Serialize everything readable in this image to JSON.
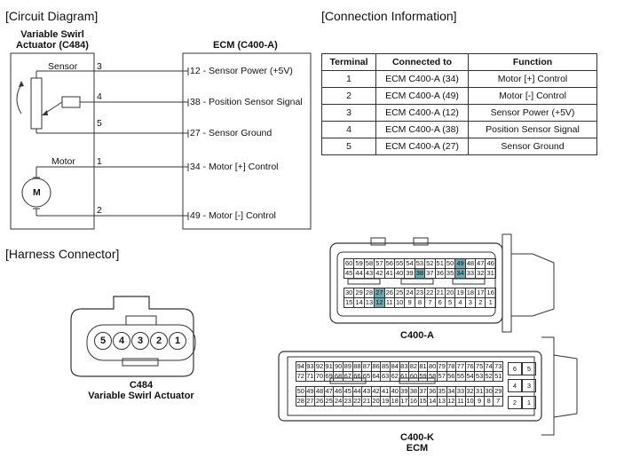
{
  "circuit": {
    "title": "[Circuit Diagram]",
    "actuator_name": "Variable Swirl",
    "actuator_name2": "Actuator (C484)",
    "ecm_name": "ECM (C400-A)",
    "sensor_label": "Sensor",
    "motor_label": "Motor",
    "motor_symbol": "M",
    "pins": [
      "3",
      "4",
      "5",
      "1",
      "2"
    ],
    "ecm_pins": [
      "12 - Sensor Power (+5V)",
      "38 - Position Sensor Signal",
      "27 - Sensor Ground",
      "34 - Motor [+] Control",
      "49 - Motor [-] Control"
    ]
  },
  "connection": {
    "title": "[Connection Information]",
    "headers": [
      "Terminal",
      "Connected to",
      "Function"
    ],
    "rows": [
      [
        "1",
        "ECM C400-A (34)",
        "Motor [+] Control"
      ],
      [
        "2",
        "ECM C400-A (49)",
        "Motor [-] Control"
      ],
      [
        "3",
        "ECM C400-A (12)",
        "Sensor Power (+5V)"
      ],
      [
        "4",
        "ECM C400-A (38)",
        "Position Sensor Signal"
      ],
      [
        "5",
        "ECM C400-A (27)",
        "Sensor Ground"
      ]
    ]
  },
  "harness": {
    "title": "[Harness Connector]",
    "c484_pins": [
      "5",
      "4",
      "3",
      "2",
      "1"
    ],
    "c484_label": "C484",
    "c484_sub": "Variable Swirl Actuator",
    "c400a_label": "C400-A",
    "c400a_rows": [
      [
        "60",
        "59",
        "58",
        "57",
        "56",
        "55",
        "54",
        "53",
        "52",
        "51",
        "50",
        "49",
        "48",
        "47",
        "46"
      ],
      [
        "45",
        "44",
        "43",
        "42",
        "41",
        "40",
        "39",
        "38",
        "37",
        "36",
        "35",
        "34",
        "33",
        "32",
        "31"
      ],
      [
        "30",
        "29",
        "28",
        "27",
        "26",
        "25",
        "24",
        "23",
        "22",
        "21",
        "20",
        "19",
        "18",
        "17",
        "16"
      ],
      [
        "15",
        "14",
        "13",
        "12",
        "11",
        "10",
        "9",
        "8",
        "7",
        "6",
        "5",
        "4",
        "3",
        "2",
        "1"
      ]
    ],
    "c400a_highlight": [
      "49",
      "38",
      "34",
      "27",
      "12"
    ],
    "c400k_label": "C400-K",
    "c400k_sub": "ECM",
    "c400k_rows": [
      [
        "94",
        "93",
        "92",
        "91",
        "90",
        "89",
        "88",
        "87",
        "86",
        "85",
        "84",
        "83",
        "82",
        "81",
        "80",
        "79",
        "78",
        "77",
        "76",
        "75",
        "74",
        "73"
      ],
      [
        "72",
        "71",
        "70",
        "69",
        "68",
        "67",
        "66",
        "65",
        "64",
        "63",
        "62",
        "61",
        "60",
        "59",
        "58",
        "57",
        "56",
        "55",
        "54",
        "53",
        "52",
        "51"
      ],
      [
        "50",
        "49",
        "48",
        "47",
        "46",
        "45",
        "44",
        "43",
        "42",
        "41",
        "40",
        "39",
        "38",
        "37",
        "36",
        "35",
        "34",
        "33",
        "32",
        "31",
        "30",
        "29"
      ],
      [
        "28",
        "27",
        "26",
        "25",
        "24",
        "23",
        "22",
        "21",
        "20",
        "19",
        "18",
        "17",
        "16",
        "15",
        "14",
        "13",
        "12",
        "11",
        "10",
        "9",
        "8",
        "7"
      ]
    ],
    "c400k_side": [
      [
        "6",
        "5"
      ],
      [
        "4",
        "3"
      ],
      [
        "2",
        "1"
      ]
    ]
  }
}
